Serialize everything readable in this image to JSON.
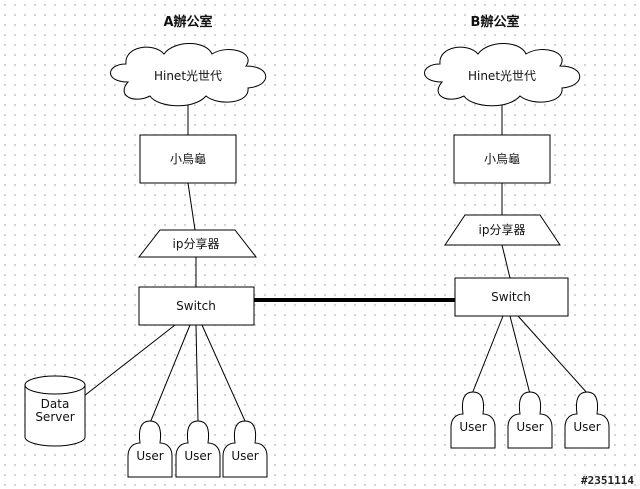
{
  "offices": [
    {
      "title": "A辦公室",
      "isp": "Hinet光世代",
      "modem": "小烏龜",
      "router": "ip分享器",
      "switch": "Switch",
      "server": [
        "Data",
        "Server"
      ],
      "users": [
        "User",
        "User",
        "User"
      ]
    },
    {
      "title": "B辦公室",
      "isp": "Hinet光世代",
      "modem": "小烏龜",
      "router": "ip分享器",
      "switch": "Switch",
      "users": [
        "User",
        "User",
        "User"
      ]
    }
  ],
  "watermark": "#2351114"
}
